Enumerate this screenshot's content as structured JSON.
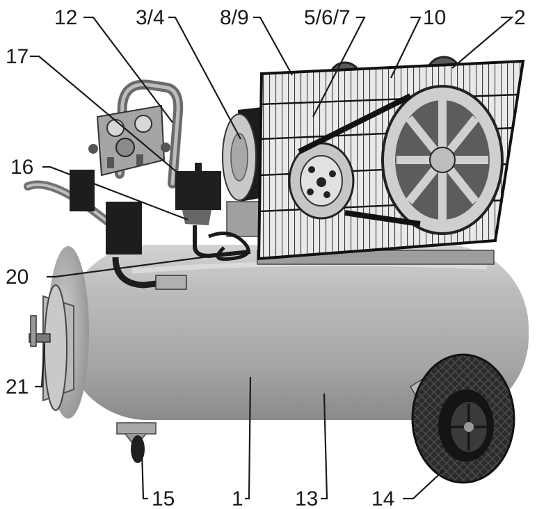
{
  "labels": [
    {
      "id": "12",
      "text": "12"
    },
    {
      "id": "3-4",
      "text": "3/4"
    },
    {
      "id": "8-9",
      "text": "8/9"
    },
    {
      "id": "5-6-7",
      "text": "5/6/7"
    },
    {
      "id": "10",
      "text": "10"
    },
    {
      "id": "2",
      "text": "2"
    },
    {
      "id": "17",
      "text": "17"
    },
    {
      "id": "16",
      "text": "16"
    },
    {
      "id": "20",
      "text": "20"
    },
    {
      "id": "21",
      "text": "21"
    },
    {
      "id": "15",
      "text": "15"
    },
    {
      "id": "1",
      "text": "1"
    },
    {
      "id": "13",
      "text": "13"
    },
    {
      "id": "14",
      "text": "14"
    }
  ]
}
